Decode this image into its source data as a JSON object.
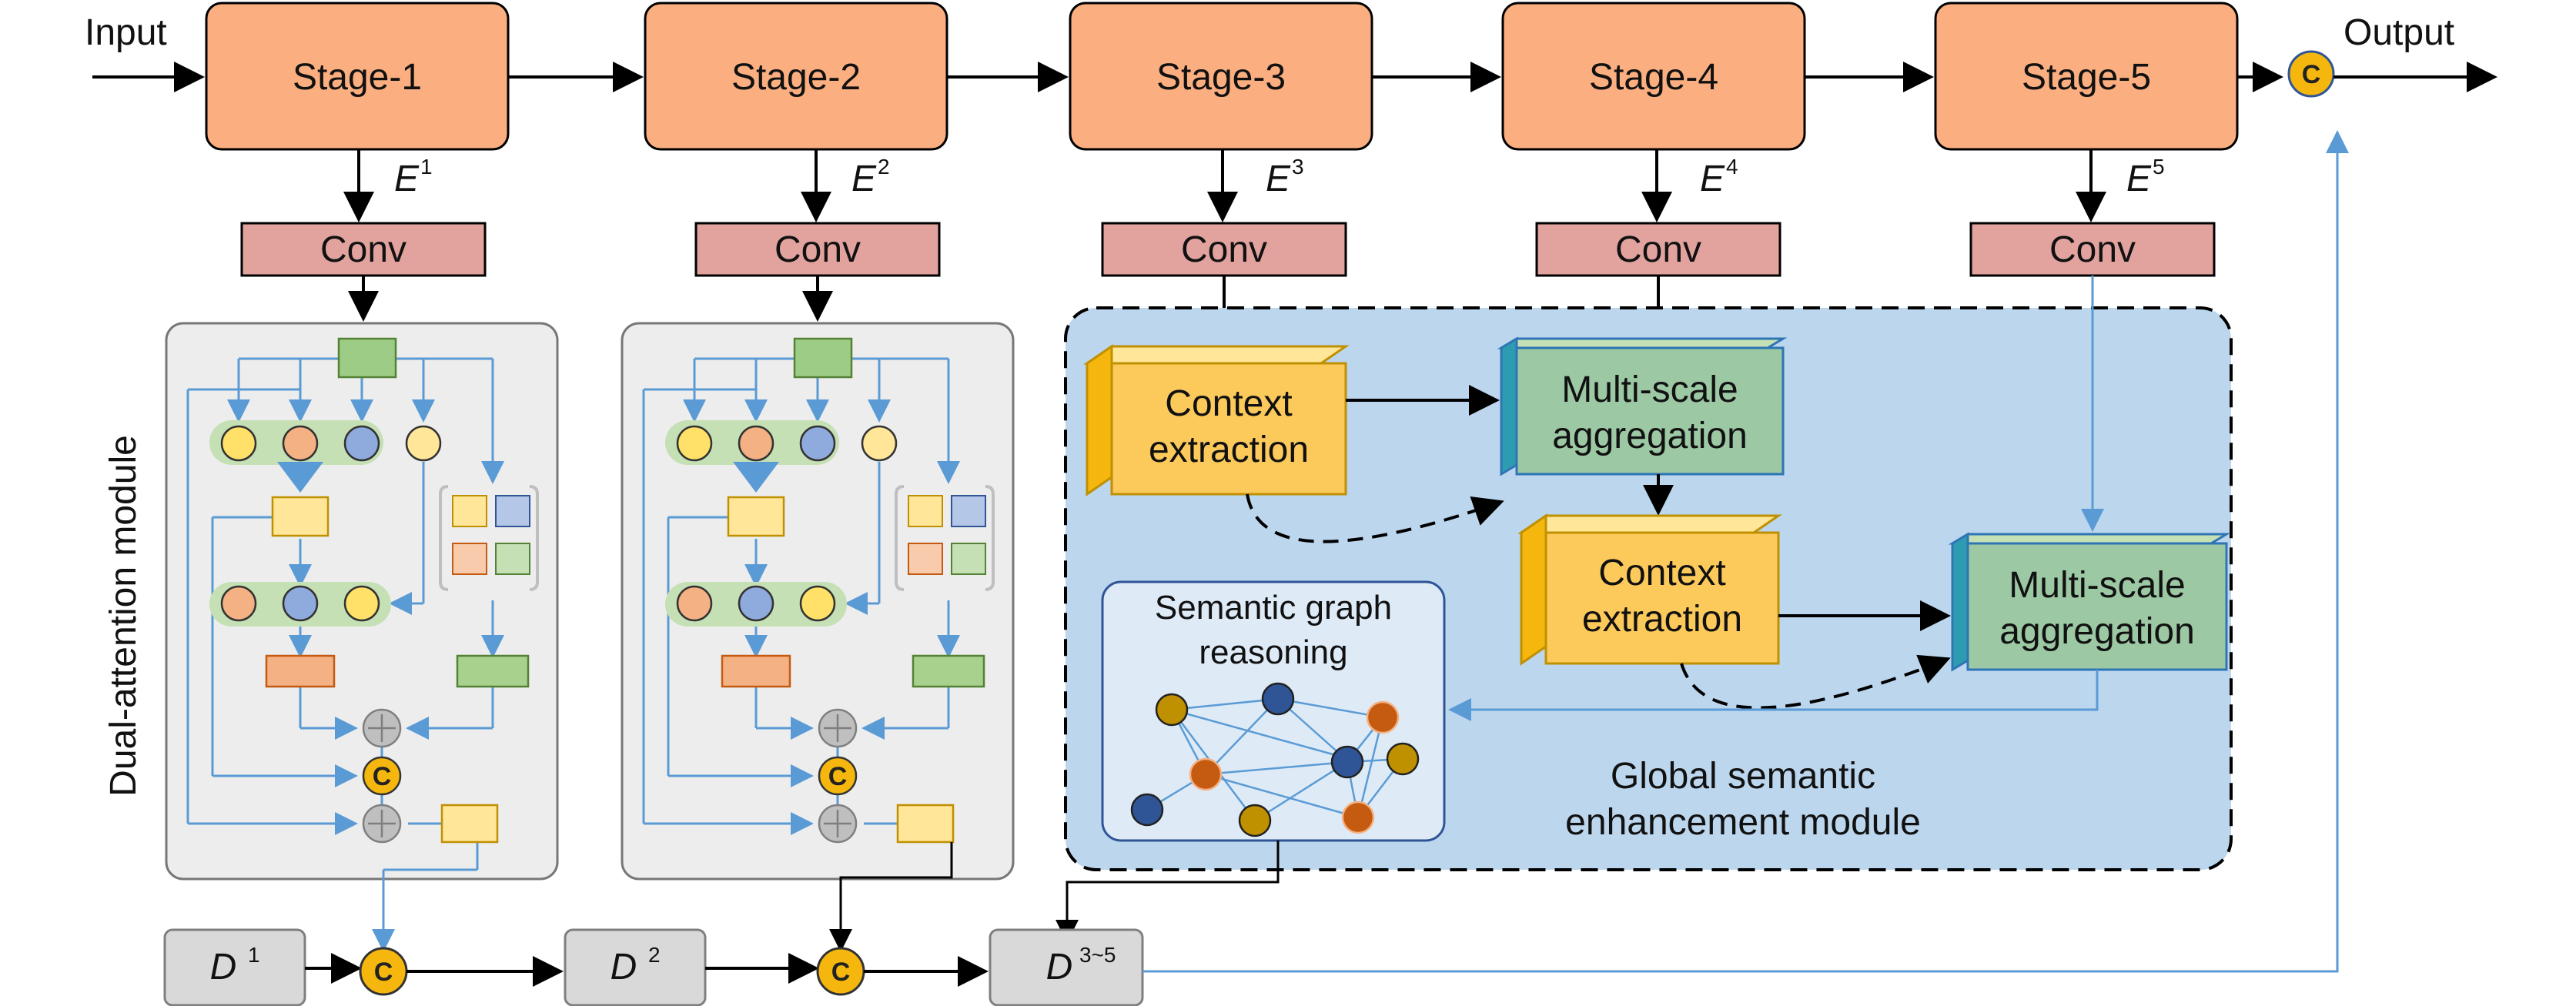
{
  "labels": {
    "input": "Input",
    "output": "Output",
    "conv": "Conv",
    "c_symbol": "C"
  },
  "stages": [
    {
      "label": "Stage-1",
      "e_base": "E",
      "e_sup": "1"
    },
    {
      "label": "Stage-2",
      "e_base": "E",
      "e_sup": "2"
    },
    {
      "label": "Stage-3",
      "e_base": "E",
      "e_sup": "3"
    },
    {
      "label": "Stage-4",
      "e_base": "E",
      "e_sup": "4"
    },
    {
      "label": "Stage-5",
      "e_base": "E",
      "e_sup": "5"
    }
  ],
  "dual_attention": {
    "side_label": "Dual-attention module"
  },
  "global_module": {
    "caption_line1": "Global semantic",
    "caption_line2": "enhancement module",
    "context_extraction_1_line1": "Context",
    "context_extraction_1_line2": "extraction",
    "context_extraction_2_line1": "Context",
    "context_extraction_2_line2": "extraction",
    "multiscale_1_line1": "Multi-scale",
    "multiscale_1_line2": "aggregation",
    "multiscale_2_line1": "Multi-scale",
    "multiscale_2_line2": "aggregation",
    "graph_title_line1": "Semantic graph",
    "graph_title_line2": "reasoning"
  },
  "decoders": [
    {
      "base": "D",
      "sup": "1"
    },
    {
      "base": "D",
      "sup": "2"
    },
    {
      "base": "D",
      "sup": "3~5"
    }
  ],
  "colors": {
    "stage_fill": "#FBAF80",
    "conv_fill": "#E2A39E",
    "module_bg": "#EDEDED",
    "global_bg": "#BCD6EE",
    "context_fill": "#FCC95B",
    "multiscale_fill": "#9CC8A4",
    "decoder_fill": "#D9D9D9",
    "concat_fill": "#F5B70E",
    "blue_line": "#5B9BD5"
  }
}
